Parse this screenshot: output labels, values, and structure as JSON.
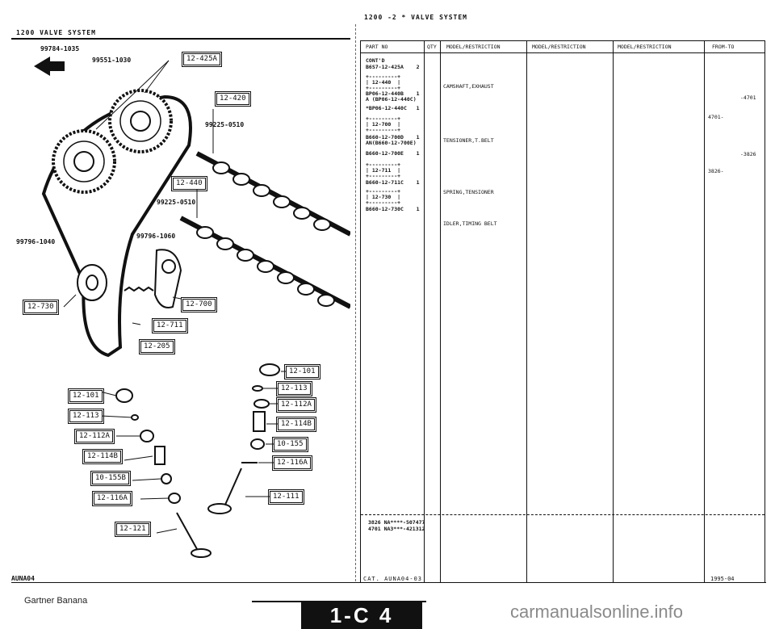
{
  "header": {
    "left_title": "1200   VALVE SYSTEM",
    "right_title": "1200  -2 *  VALVE SYSTEM"
  },
  "diagram": {
    "part_numbers": [
      "99784-1035",
      "99551-1030",
      "99225-0510",
      "99225-0510",
      "99796-1060",
      "99796-1040"
    ],
    "tags": {
      "t425a": "12-425A",
      "t420": "12-420",
      "t440": "12-440",
      "t700": "12-700",
      "t711": "12-711",
      "t205": "12-205",
      "t730": "12-730",
      "r101": "12-101",
      "r113": "12-113",
      "r112a": "12-112A",
      "r114b": "12-114B",
      "r155": "10-155",
      "r116a": "12-116A",
      "r111": "12-111",
      "l101": "12-101",
      "l113": "12-113",
      "l112a": "12-112A",
      "l114b": "12-114B",
      "l155b": "10-155B",
      "l116a": "12-116A",
      "l121": "12-121"
    }
  },
  "table": {
    "headers": {
      "part_no": "PART NO",
      "qty": "QTY",
      "mr1": "MODEL/RESTRICTION",
      "mr2": "MODEL/RESTRICTION",
      "mr3": "MODEL/RESTRICTION",
      "from_to": "FROM-TO"
    },
    "rows": [
      {
        "text": "CONT'D",
        "top": 0
      },
      {
        "text": "B6S7-12-425A    2"
      },
      {
        "text": "+---------+"
      },
      {
        "text": "| 12-440  |"
      },
      {
        "text": "+---------+"
      },
      {
        "text": "BP06-12-440B    1"
      },
      {
        "text": "A (BP06-12-440C)"
      },
      {
        "text": "*BP06-12-440C   1"
      },
      {
        "text": "+---------+"
      },
      {
        "text": "| 12-700  |"
      },
      {
        "text": "+---------+"
      },
      {
        "text": "B660-12-700D    1"
      },
      {
        "text": "AN(B660-12-700E)"
      },
      {
        "text": "B660-12-700E    1"
      },
      {
        "text": "+---------+"
      },
      {
        "text": "| 12-711  |"
      },
      {
        "text": "+---------+"
      },
      {
        "text": "B660-12-711C    1"
      },
      {
        "text": "+---------+"
      },
      {
        "text": "| 12-730  |"
      },
      {
        "text": "+---------+"
      },
      {
        "text": "B660-12-730C    1"
      }
    ],
    "descriptions": [
      "CAMSHAFT,EXHAUST",
      "TENSIONER,T.BELT",
      "SPRING,TENSIONER",
      "IDLER,TIMING BELT"
    ],
    "from_to": [
      "-4701",
      "4701-",
      "-3826",
      "3826-"
    ],
    "notes": [
      "3826 NA****-507477",
      "4701 NA3***-421312"
    ]
  },
  "footer": {
    "left": "AUNA04",
    "middle": "CAT. AUNA04-03",
    "right": "1995-04",
    "watermark_name": "Gartner Banana",
    "page_badge": "1-C 4",
    "site": "carmanualsonline.info"
  }
}
